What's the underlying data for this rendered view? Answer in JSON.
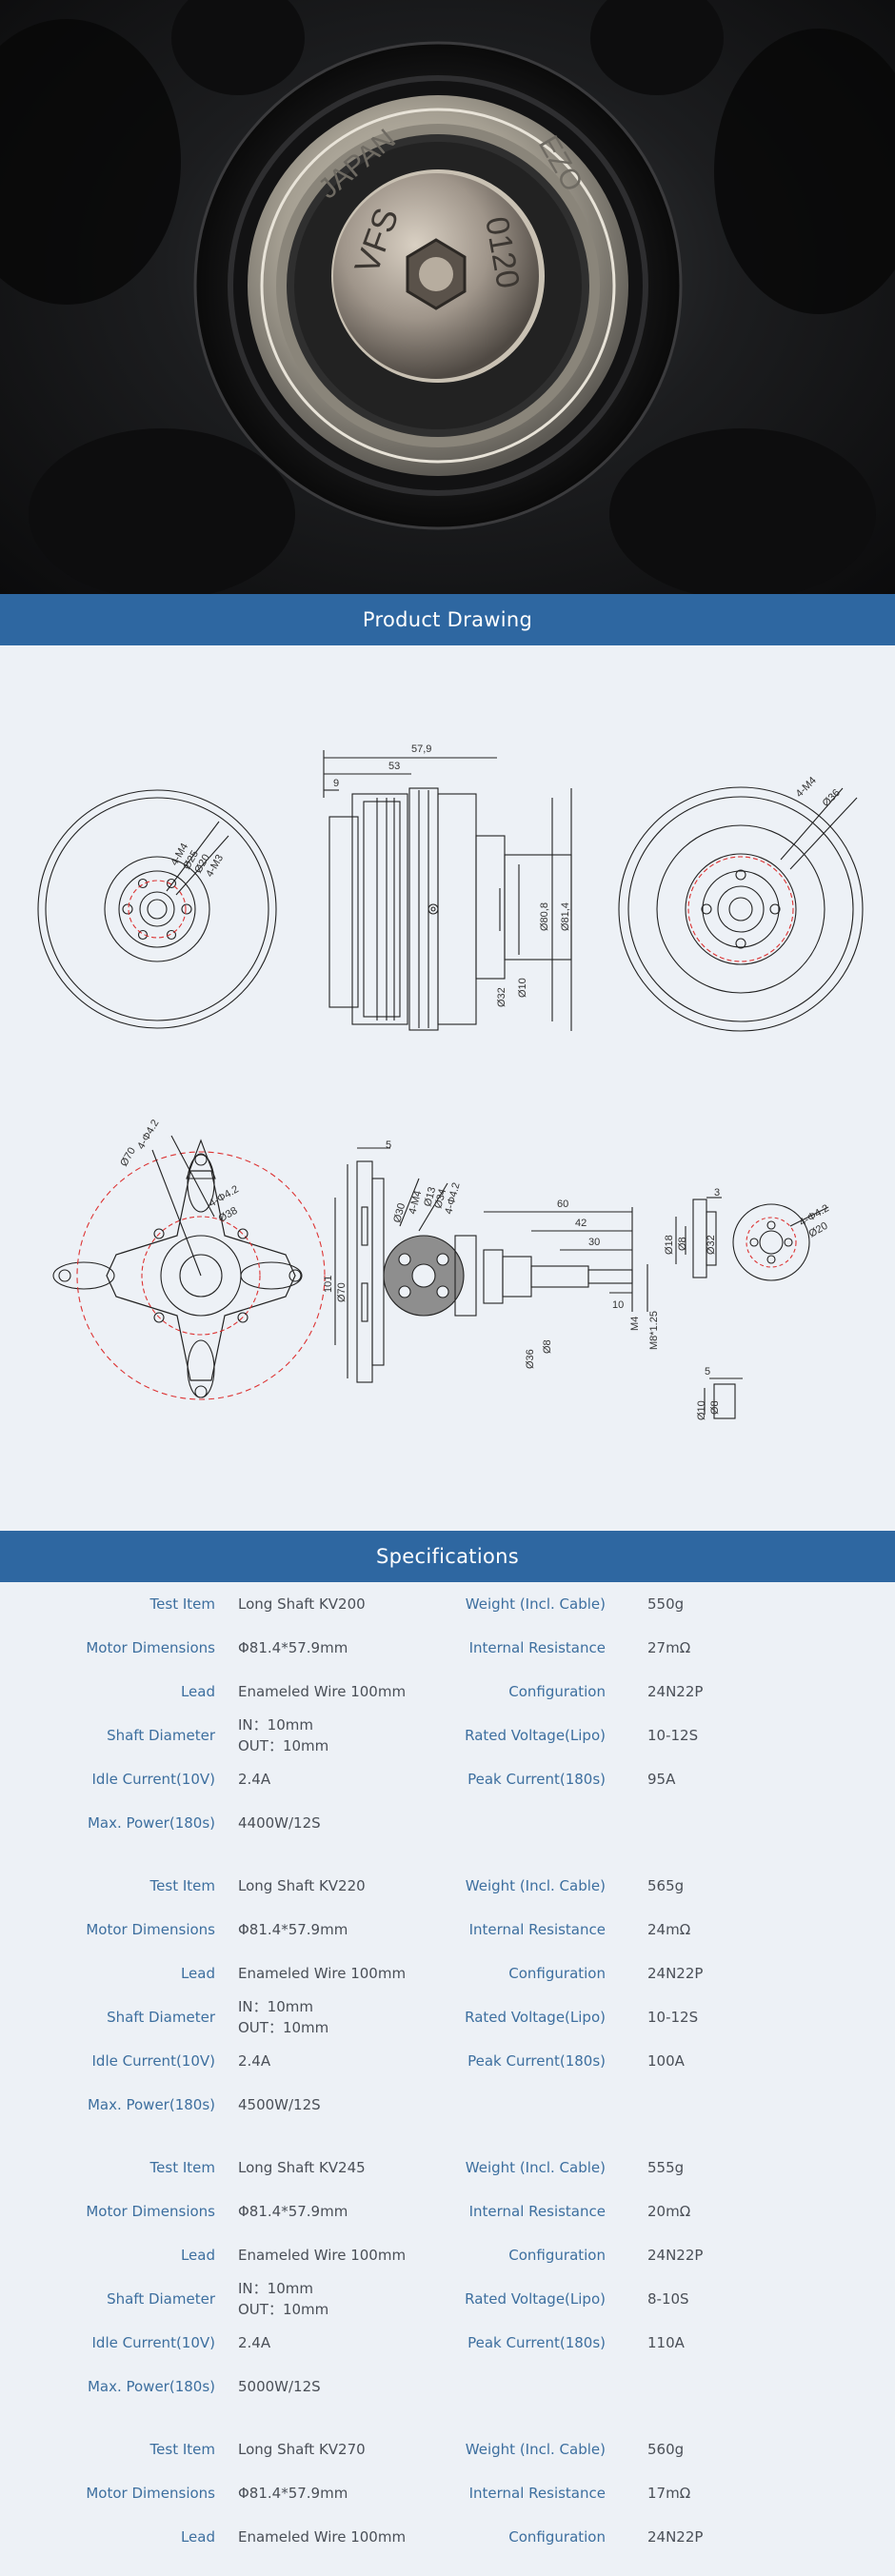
{
  "sections": {
    "drawing_title": "Product Drawing",
    "specs_title": "Specifications"
  },
  "hero": {
    "ring_text_1": "JAPAN",
    "ring_text_2": "EZO",
    "nut_text_1": "VFS",
    "nut_text_2": "0120"
  },
  "drawing": {
    "labels": {
      "d57": "57,9",
      "d53": "53",
      "d9": "9",
      "d808": "Ø80,8",
      "d814": "Ø81,4",
      "d32": "Ø32",
      "d10": "Ø10",
      "m4_44": "4-M4",
      "d36": "Ø36",
      "fl_m4": "4-M4",
      "fl_d25": "Ø25",
      "fl_d20": "Ø20",
      "fl_m3": "4-M3",
      "arm_42": "4-Φ4.2",
      "arm_d70": "Ø70",
      "arm_4_42": "4-Φ4.2",
      "arm_d38": "Ø38",
      "s5": "5",
      "s101": "101",
      "s70": "Ø70",
      "h_m4": "4-M4",
      "h_d30": "Ø30",
      "h_d13": "Ø13",
      "h_d34": "Ø34",
      "h_42": "4-Φ4.2",
      "sh60": "60",
      "sh42": "42",
      "sh30": "30",
      "sh10": "10",
      "sh_m4": "M4",
      "sh_m8": "M8*1.25",
      "sh_d36": "Ø36",
      "sh_d8": "Ø8",
      "c3": "3",
      "c18": "Ø18",
      "c8": "Ø8",
      "c32": "Ø32",
      "c_42": "4-Φ4.2",
      "c_d20": "Ø20",
      "w5": "5",
      "w10": "Ø10",
      "w8": "Ø8"
    }
  },
  "specs": [
    {
      "rows": [
        {
          "l": "Test Item",
          "lv": "Long Shaft KV200",
          "r": "Weight (Incl. Cable)",
          "rv": "550g"
        },
        {
          "l": "Motor Dimensions",
          "lv": "Φ81.4*57.9mm",
          "r": "Internal Resistance",
          "rv": "27mΩ"
        },
        {
          "l": "Lead",
          "lv": "Enameled Wire 100mm",
          "r": "Configuration",
          "rv": "24N22P"
        },
        {
          "l": "Shaft Diameter",
          "lv1": "IN：10mm",
          "lv2": "OUT：10mm",
          "r": "Rated Voltage(Lipo)",
          "rv": "10-12S"
        },
        {
          "l": "Idle Current(10V)",
          "lv": "2.4A",
          "r": "Peak Current(180s)",
          "rv": "95A"
        },
        {
          "l": "Max. Power(180s)",
          "lv": "4400W/12S"
        }
      ]
    },
    {
      "rows": [
        {
          "l": "Test Item",
          "lv": "Long Shaft KV220",
          "r": "Weight (Incl. Cable)",
          "rv": "565g"
        },
        {
          "l": "Motor Dimensions",
          "lv": "Φ81.4*57.9mm",
          "r": "Internal Resistance",
          "rv": "24mΩ"
        },
        {
          "l": "Lead",
          "lv": "Enameled Wire 100mm",
          "r": "Configuration",
          "rv": "24N22P"
        },
        {
          "l": "Shaft Diameter",
          "lv1": "IN：10mm",
          "lv2": "OUT：10mm",
          "r": "Rated Voltage(Lipo)",
          "rv": "10-12S"
        },
        {
          "l": "Idle Current(10V)",
          "lv": "2.4A",
          "r": "Peak Current(180s)",
          "rv": "100A"
        },
        {
          "l": "Max. Power(180s)",
          "lv": "4500W/12S"
        }
      ]
    },
    {
      "rows": [
        {
          "l": "Test Item",
          "lv": "Long Shaft KV245",
          "r": "Weight (Incl. Cable)",
          "rv": "555g"
        },
        {
          "l": "Motor Dimensions",
          "lv": "Φ81.4*57.9mm",
          "r": "Internal Resistance",
          "rv": "20mΩ"
        },
        {
          "l": "Lead",
          "lv": "Enameled Wire 100mm",
          "r": "Configuration",
          "rv": "24N22P"
        },
        {
          "l": "Shaft Diameter",
          "lv1": "IN：10mm",
          "lv2": "OUT：10mm",
          "r": "Rated Voltage(Lipo)",
          "rv": "8-10S"
        },
        {
          "l": "Idle Current(10V)",
          "lv": "2.4A",
          "r": "Peak Current(180s)",
          "rv": "110A"
        },
        {
          "l": "Max. Power(180s)",
          "lv": "5000W/12S"
        }
      ]
    },
    {
      "rows": [
        {
          "l": "Test Item",
          "lv": "Long Shaft KV270",
          "r": "Weight (Incl. Cable)",
          "rv": "560g"
        },
        {
          "l": "Motor Dimensions",
          "lv": "Φ81.4*57.9mm",
          "r": "Internal Resistance",
          "rv": "17mΩ"
        },
        {
          "l": "Lead",
          "lv": "Enameled Wire 100mm",
          "r": "Configuration",
          "rv": "24N22P"
        }
      ]
    }
  ]
}
